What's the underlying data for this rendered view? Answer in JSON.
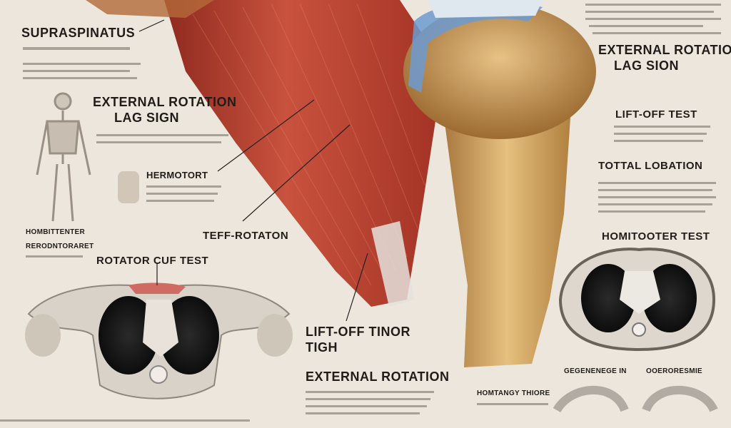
{
  "labels": {
    "supraspinatus": "SUPRASPINATUS",
    "ext_rot_lag_left_1": "EXTERNAL ROTATION",
    "ext_rot_lag_left_2": "LAG SIGN",
    "ext_rot_lag_right_1": "EXTERNAL ROTATION",
    "ext_rot_lag_right_2": "LAG SION",
    "lift_off_test": "LIFT-OFF TEST",
    "total_rotation": "TOTTAL LOBATION",
    "hornblower_test": "HOMITOOTER TEST",
    "hornblower_mid": "HERMOTORT",
    "left_small_label": "HOMBITTENTER",
    "left_small_label2": "RERODNTORARET",
    "teff_rotation": "TEFF-ROTATON",
    "rotator_cuff_test": "ROTATOR CUF TEST",
    "lift_off_tinor_1": "LIFT-OFF TINOR",
    "lift_off_tinor_2": "TIGH",
    "external_rotation_bottom": "EXTERNAL ROTATION",
    "bottom_small_1": "HOMTANGY THIORE",
    "bottom_right_small_1": "GEGENENEGE IN",
    "bottom_right_small_2": "OOERORESMIE"
  },
  "colors": {
    "background": "#ece6dc",
    "muscle": "#b8402f",
    "bone": "#c9965a",
    "cartilage": "#6c9bd0",
    "text": "#1f1c1a"
  }
}
